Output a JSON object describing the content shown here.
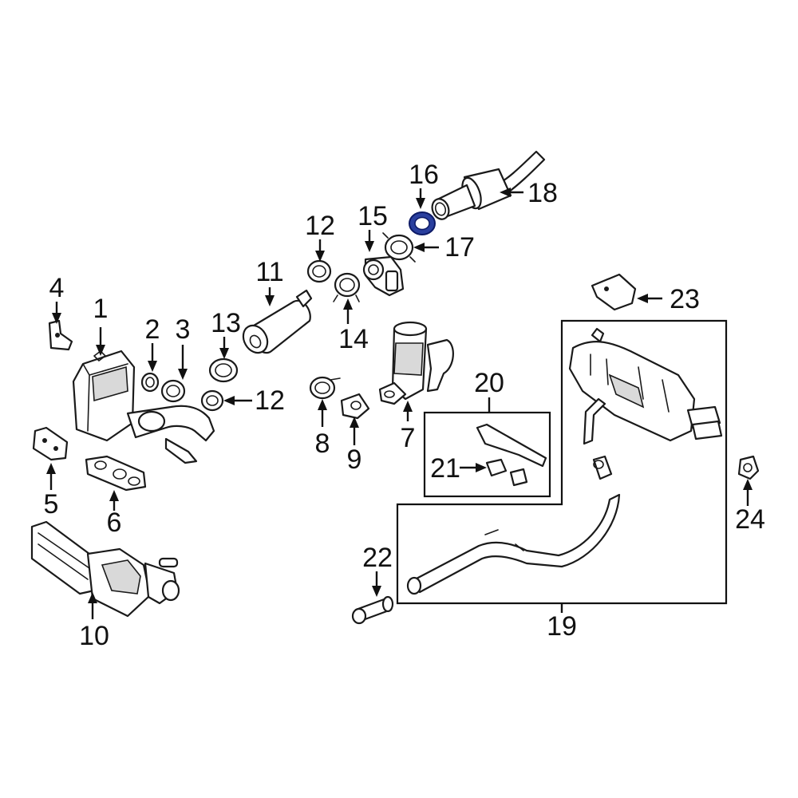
{
  "diagram": {
    "highlight_color": "#2a3f9e",
    "line_color": "#111111",
    "highlighted_part": "16",
    "callouts": [
      {
        "id": "c1",
        "label": "1"
      },
      {
        "id": "c2",
        "label": "2"
      },
      {
        "id": "c3",
        "label": "3"
      },
      {
        "id": "c4",
        "label": "4"
      },
      {
        "id": "c5",
        "label": "5"
      },
      {
        "id": "c6",
        "label": "6"
      },
      {
        "id": "c7",
        "label": "7"
      },
      {
        "id": "c8",
        "label": "8"
      },
      {
        "id": "c9",
        "label": "9"
      },
      {
        "id": "c10",
        "label": "10"
      },
      {
        "id": "c11",
        "label": "11"
      },
      {
        "id": "c12a",
        "label": "12"
      },
      {
        "id": "c12b",
        "label": "12"
      },
      {
        "id": "c13",
        "label": "13"
      },
      {
        "id": "c14",
        "label": "14"
      },
      {
        "id": "c15",
        "label": "15"
      },
      {
        "id": "c16",
        "label": "16"
      },
      {
        "id": "c17",
        "label": "17"
      },
      {
        "id": "c18",
        "label": "18"
      },
      {
        "id": "c19",
        "label": "19"
      },
      {
        "id": "c20",
        "label": "20"
      },
      {
        "id": "c21",
        "label": "21"
      },
      {
        "id": "c22",
        "label": "22"
      },
      {
        "id": "c23",
        "label": "23"
      },
      {
        "id": "c24",
        "label": "24"
      }
    ]
  }
}
